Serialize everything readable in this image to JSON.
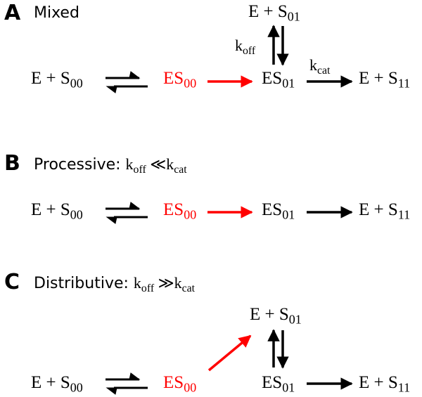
{
  "panels": {
    "a": {
      "letter": "A",
      "title": "Mixed",
      "free_top": {
        "main": "E + S",
        "sub": "01"
      },
      "k_off": {
        "main": "k",
        "sub": "off"
      },
      "k_cat": {
        "main": "k",
        "sub": "cat"
      },
      "reactant": {
        "main": "E + S",
        "sub": "00"
      },
      "complex_red": {
        "main": "ES",
        "sub": "00"
      },
      "complex_next": {
        "main": "ES",
        "sub": "01"
      },
      "product": {
        "main": "E + S",
        "sub": "11"
      }
    },
    "b": {
      "letter": "B",
      "title_prefix": "Processive:",
      "k_off": {
        "main": "k",
        "sub": "off"
      },
      "relation": "≪",
      "k_cat": {
        "main": "k",
        "sub": "cat"
      },
      "reactant": {
        "main": "E + S",
        "sub": "00"
      },
      "complex_red": {
        "main": "ES",
        "sub": "00"
      },
      "complex_next": {
        "main": "ES",
        "sub": "01"
      },
      "product": {
        "main": "E + S",
        "sub": "11"
      }
    },
    "c": {
      "letter": "C",
      "title_prefix": "Distributive:",
      "k_off": {
        "main": "k",
        "sub": "off"
      },
      "relation": "≫",
      "k_cat": {
        "main": "k",
        "sub": "cat"
      },
      "free_top": {
        "main": "E + S",
        "sub": "01"
      },
      "reactant": {
        "main": "E + S",
        "sub": "00"
      },
      "complex_red": {
        "main": "ES",
        "sub": "00"
      },
      "complex_next": {
        "main": "ES",
        "sub": "01"
      },
      "product": {
        "main": "E + S",
        "sub": "11"
      }
    }
  },
  "colors": {
    "highlight": "#ff0000",
    "default": "#000000"
  }
}
